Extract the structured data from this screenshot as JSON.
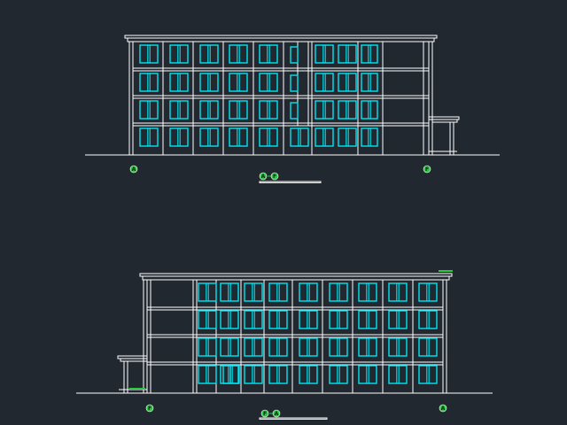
{
  "drawing": {
    "background": "#212830",
    "line_color": "#ffffff",
    "window_color": "#00e5f2",
    "marker_color": "#27c93f",
    "elevations": [
      {
        "id": "elevation-top",
        "title_markers": [
          "A",
          "F"
        ],
        "grid_markers": [
          "A",
          "F"
        ]
      },
      {
        "id": "elevation-bottom",
        "title_markers": [
          "F",
          "A"
        ],
        "grid_markers": [
          "F",
          "A"
        ]
      }
    ]
  }
}
